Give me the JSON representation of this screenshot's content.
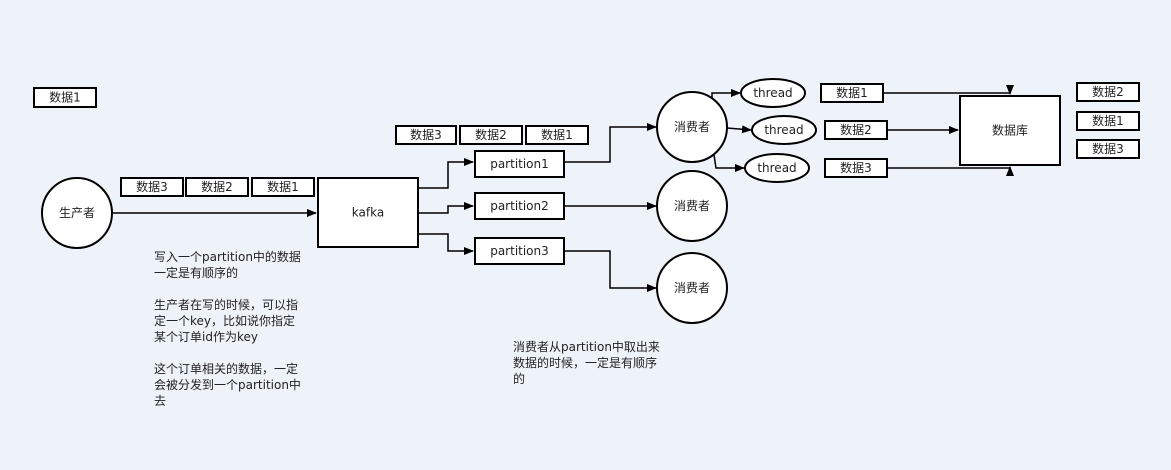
{
  "standalone_tag": "数据1",
  "producer": {
    "label": "生产者",
    "messages": [
      "数据3",
      "数据2",
      "数据1"
    ]
  },
  "broker": {
    "label": "kafka"
  },
  "partition_messages": [
    "数据3",
    "数据2",
    "数据1"
  ],
  "partitions": [
    "partition1",
    "partition2",
    "partition3"
  ],
  "consumers": [
    "消费者",
    "消费者",
    "消费者"
  ],
  "threads": [
    "thread",
    "thread",
    "thread"
  ],
  "thread_items": [
    "数据1",
    "数据2",
    "数据3"
  ],
  "database": {
    "label": "数据库",
    "items": [
      "数据2",
      "数据1",
      "数据3"
    ]
  },
  "notes": {
    "producer": "写入一个partition中的数据\n一定是有顺序的\n\n生产者在写的时候，可以指\n定一个key，比如说你指定\n某个订单id作为key\n\n这个订单相关的数据，一定\n会被分发到一个partition中\n去",
    "consumer": "消费者从partition中取出来\n数据的时候，一定是有顺序\n的"
  }
}
